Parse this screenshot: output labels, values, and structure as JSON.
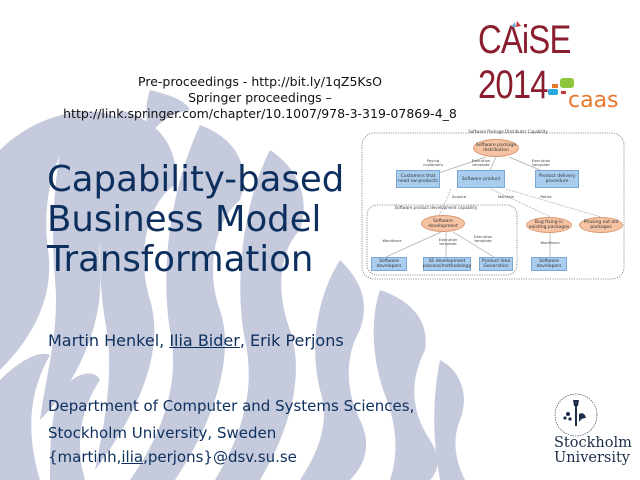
{
  "slide": {
    "references": {
      "line1": "Pre-proceedings - http://bit.ly/1qZ5KsO",
      "line2": "Springer proceedings –",
      "line3": "http://link.springer.com/chapter/10.1007/978-3-319-07869-4_8"
    },
    "conference_logo": {
      "text": "CAiSE 2014",
      "color": "#8a1e2f"
    },
    "project_logo": {
      "text": "caas",
      "color": "#e8772e"
    },
    "title": {
      "line1": "Capability-based",
      "line2": "Business Model",
      "line3": "Transformation",
      "color": "#0d2f5e"
    },
    "authors": {
      "a1": "Martin Henkel",
      "sep1": ", ",
      "a2": "Ilia Bider",
      "sep2": ", ",
      "a3": "Erik Perjons"
    },
    "affiliation": {
      "line1": "Department of Computer and Systems Sciences,",
      "line2": "Stockholm University, Sweden"
    },
    "email": {
      "prefix": "{martinh,",
      "underlined": "ilia",
      "suffix": ",perjons}@dsv.su.se"
    },
    "university_logo": {
      "line1": "Stockholm",
      "line2": "University"
    }
  },
  "diagram": {
    "outer_title": "Software Package Distributor Capability",
    "inner_title": "Software product development capability",
    "nodes": {
      "root": "Software package distribution",
      "customers": "Customers that need sw-products",
      "product": "Software product",
      "delivery": "Product delivery procedure",
      "dev": "Software development",
      "bugfix": "Bug fixing in existing packages",
      "phaseout": "Phasing out old packages",
      "devs1": "Software developers",
      "sedev": "SE development process/methodology",
      "idea": "Product Idea Generation",
      "devs2": "Software developers"
    },
    "edge_labels": {
      "paying": "Paying customers",
      "exec1": "Execution template",
      "exec2": "Execution template",
      "acquire": "Acquire",
      "maintain": "Maintain",
      "retire": "Retire",
      "workforce1": "Workforce",
      "exec3": "Execution template",
      "exec4": "Execution template",
      "workforce2": "Workforce"
    },
    "colors": {
      "box": "#a9cdee",
      "oval": "#f6c4a4"
    }
  }
}
